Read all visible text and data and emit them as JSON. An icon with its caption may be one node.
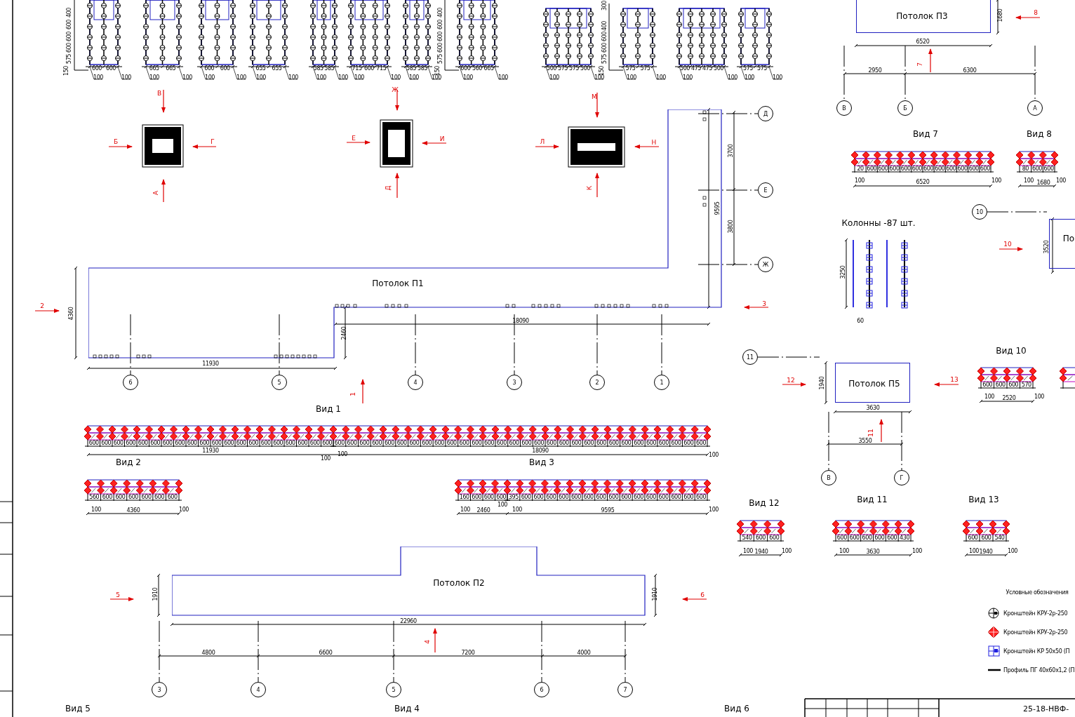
{
  "diagram": {
    "nodes": [
      {
        "text": [
          "Потолок П1"
        ]
      },
      {
        "text": [
          "Д"
        ]
      },
      {
        "text": [
          "Е"
        ]
      },
      {
        "text": [
          "Ж"
        ]
      },
      {
        "text": [
          "6"
        ]
      },
      {
        "text": [
          "5"
        ]
      },
      {
        "text": [
          "4"
        ]
      },
      {
        "text": [
          "3"
        ]
      },
      {
        "text": [
          "2"
        ]
      },
      {
        "text": [
          "1"
        ]
      },
      {
        "text": [
          "Потолок П2"
        ]
      },
      {
        "text": [
          "3"
        ]
      },
      {
        "text": [
          "4"
        ]
      },
      {
        "text": [
          "5"
        ]
      },
      {
        "text": [
          "6"
        ]
      },
      {
        "text": [
          "7"
        ]
      },
      {
        "text": [
          "Потолок П3"
        ]
      },
      {
        "text": [
          "В"
        ]
      },
      {
        "text": [
          "Б"
        ]
      },
      {
        "text": [
          "А"
        ]
      },
      {
        "text": [
          "10"
        ]
      },
      {
        "text": [
          "По"
        ]
      },
      {
        "text": [
          "11"
        ]
      },
      {
        "text": [
          "Потолок П5"
        ]
      },
      {
        "text": [
          "В"
        ]
      },
      {
        "text": [
          "Г"
        ]
      }
    ],
    "labels": [
      "400",
      "600",
      "600",
      "600",
      "575",
      "150",
      "600",
      "600",
      "100",
      "100",
      "665",
      "665",
      "100",
      "100",
      "600",
      "600",
      "100",
      "100",
      "655",
      "655",
      "100",
      "100",
      "585",
      "585",
      "100",
      "100",
      "715",
      "600",
      "715",
      "100",
      "100",
      "585",
      "585",
      "100",
      "100",
      "400",
      "600",
      "600",
      "600",
      "575",
      "150",
      "600",
      "560",
      "665",
      "100",
      "100",
      "300",
      "400",
      "600",
      "600",
      "575",
      "150",
      "500",
      "575",
      "575",
      "500",
      "100",
      "100",
      "575",
      "575",
      "100",
      "100",
      "500",
      "475",
      "475",
      "500",
      "100",
      "100",
      "575",
      "575",
      "100",
      "100",
      "В",
      "Б",
      "Г",
      "А",
      "Ж",
      "Е",
      "И",
      "Д",
      "М",
      "Л",
      "Н",
      "К",
      "3700",
      "3800",
      "9595",
      "2",
      "3",
      "4360",
      "18090",
      "2460",
      "11930",
      "1",
      "Вид 1",
      "600",
      "600",
      "600",
      "600",
      "600",
      "600",
      "600",
      "600",
      "600",
      "600",
      "600",
      "600",
      "600",
      "600",
      "600",
      "600",
      "600",
      "600",
      "600",
      "600",
      "600",
      "600",
      "600",
      "600",
      "600",
      "600",
      "600",
      "600",
      "600",
      "600",
      "600",
      "600",
      "600",
      "600",
      "600",
      "600",
      "600",
      "600",
      "600",
      "600",
      "600",
      "600",
      "600",
      "600",
      "600",
      "600",
      "600",
      "600",
      "600",
      "600",
      "11930",
      "100",
      "100",
      "18090",
      "100",
      "Вид 2",
      "Вид 3",
      "560",
      "600",
      "600",
      "600",
      "600",
      "600",
      "600",
      "100",
      "4360",
      "100",
      "160",
      "600",
      "600",
      "600",
      "395",
      "600",
      "600",
      "600",
      "600",
      "600",
      "600",
      "600",
      "600",
      "600",
      "600",
      "600",
      "600",
      "600",
      "600",
      "600",
      "100",
      "2460",
      "100",
      "100",
      "9595",
      "100",
      "5",
      "1910",
      "1910",
      "6",
      "22960",
      "4",
      "4800",
      "6600",
      "7200",
      "4000",
      "Вид 5",
      "Вид 4",
      "Вид 6",
      "1680",
      "8",
      "6520",
      "7",
      "2950",
      "6300",
      "Вид 7",
      "Вид 8",
      "20",
      "600",
      "600",
      "600",
      "600",
      "600",
      "600",
      "600",
      "600",
      "600",
      "600",
      "600",
      "100",
      "6520",
      "100",
      "80",
      "600",
      "600",
      "100",
      "1680",
      "100",
      "Колонны -87 шт.",
      "10",
      "3520",
      "3250",
      "60",
      "Вид 10",
      "600",
      "600",
      "600",
      "570",
      "100",
      "2520",
      "100",
      "12",
      "1940",
      "13",
      "3630",
      "11",
      "3550",
      "Вид 11",
      "Вид 13",
      "Вид 12",
      "540",
      "600",
      "600",
      "100",
      "1940",
      "100",
      "600",
      "600",
      "600",
      "600",
      "600",
      "430",
      "100",
      "3630",
      "100",
      "600",
      "600",
      "540",
      "100",
      "1940",
      "100",
      "Условные обозначения",
      "25-18-НВФ-"
    ],
    "legend": [
      {
        "text": "Кронштейн КРУ-2р-250"
      },
      {
        "text": "Кронштейн КРУ-2р-250"
      },
      {
        "text": "Кронштейн КР 50х50 (П"
      },
      {
        "text": "Профиль ПГ 40х60х1,2 (П"
      }
    ]
  }
}
